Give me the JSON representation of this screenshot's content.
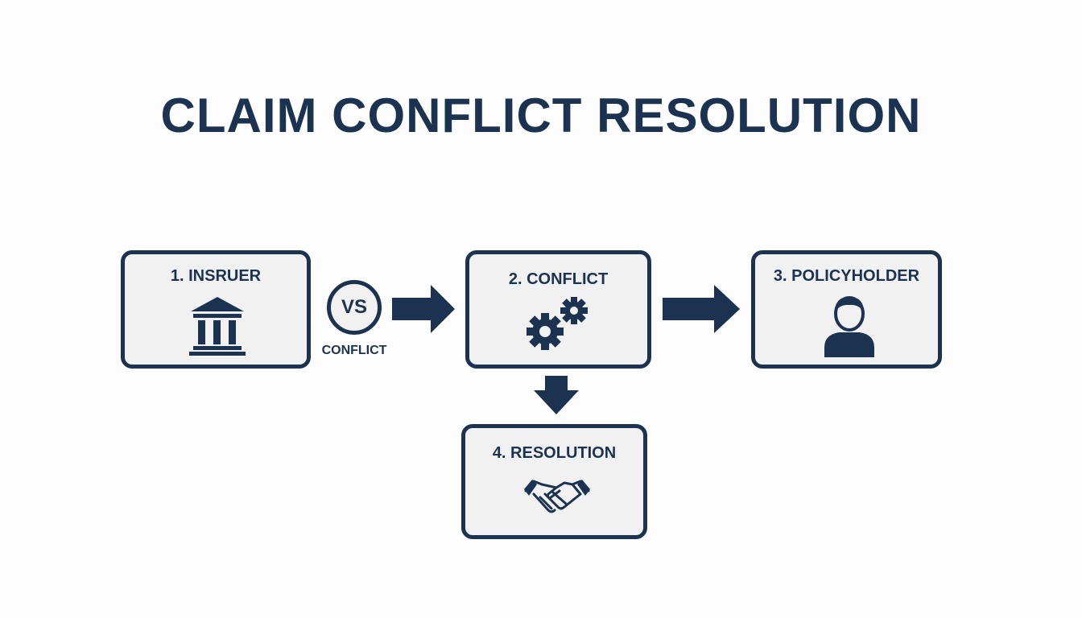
{
  "title": "CLAIM CONFLICT RESOLUTION",
  "colors": {
    "primary": "#1b3350",
    "box_fill": "#f1f1f1",
    "background": "#fdfdfd"
  },
  "nodes": [
    {
      "label": "1. INSRUER",
      "icon": "bank-building-icon"
    },
    {
      "label": "2. CONFLICT",
      "icon": "gears-icon"
    },
    {
      "label": "3. POLICYHOLDER",
      "icon": "person-icon"
    },
    {
      "label": "4. RESOLUTION",
      "icon": "handshake-icon"
    }
  ],
  "vs": {
    "badge": "VS",
    "caption": "CONFLICT"
  }
}
